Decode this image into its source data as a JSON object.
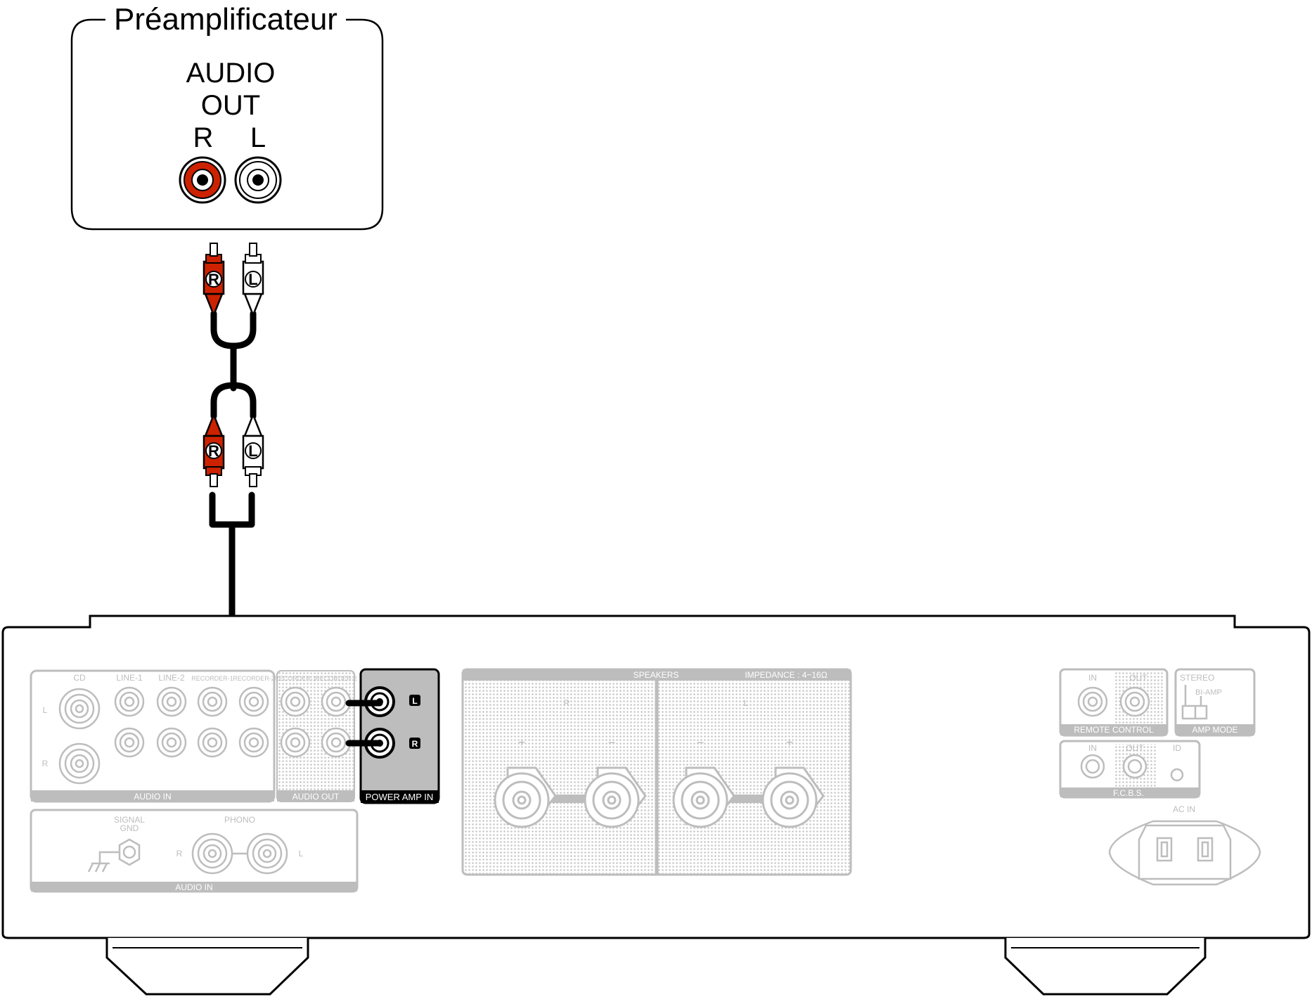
{
  "preamp": {
    "title": "Préamplificateur",
    "audio_out_line1": "AUDIO",
    "audio_out_line2": "OUT",
    "right_label": "R",
    "left_label": "L",
    "right_jack_color": "#cc2200",
    "left_jack_color": "#ffffff"
  },
  "cable": {
    "right_plug_label": "R",
    "left_plug_label": "L",
    "right_plug_color": "#cc2200",
    "left_plug_color": "#ffffff"
  },
  "amplifier": {
    "audio_in_inputs": [
      "CD",
      "LINE-1",
      "LINE-2",
      "RECORDER-1",
      "RECORDER-2"
    ],
    "audio_out_inputs": [
      "RECORDER-1",
      "RECORDER-2"
    ],
    "channel_left": "L",
    "channel_right": "R",
    "audio_in_label": "AUDIO IN",
    "audio_out_label": "AUDIO OUT",
    "power_amp_in_label": "POWER AMP IN",
    "power_amp_left": "L",
    "power_amp_right": "R",
    "speakers_label": "SPEAKERS",
    "impedance_label": "IMPEDANCE : 4~16Ω",
    "speaker_r": "R",
    "speaker_l": "L",
    "plus": "+",
    "minus": "−",
    "signal_gnd_line1": "SIGNAL",
    "signal_gnd_line2": "GND",
    "phono_label": "PHONO",
    "phono_audio_in_label": "AUDIO IN",
    "remote_in": "IN",
    "remote_out": "OUT",
    "remote_control_label": "REMOTE CONTROL",
    "stereo_label": "STEREO",
    "bi_amp_label": "BI-AMP",
    "amp_mode_label": "AMP MODE",
    "fcbs_in": "IN",
    "fcbs_out": "OUT",
    "fcbs_id": "ID",
    "fcbs_label": "F.C.B.S.",
    "ac_in_label": "AC IN"
  }
}
